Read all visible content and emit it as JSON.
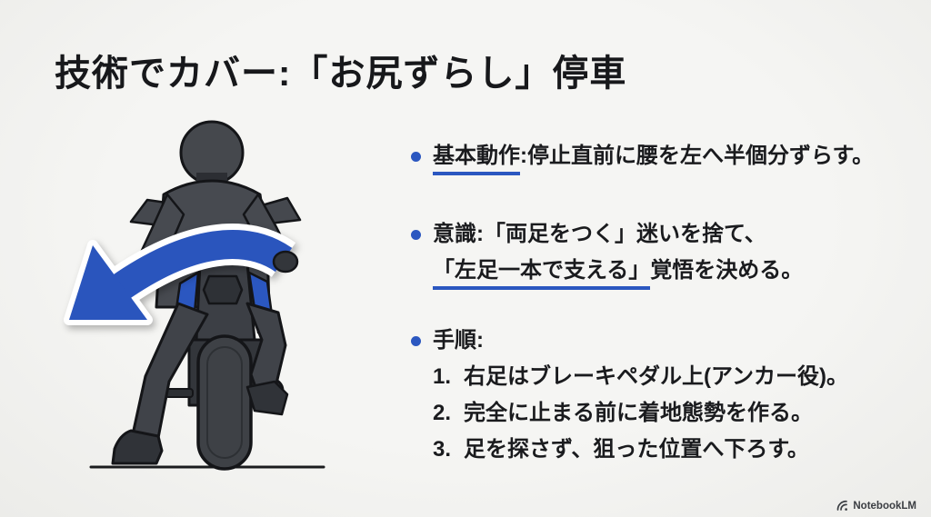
{
  "slide": {
    "title": "技術でカバー:「お尻ずらし」停車",
    "bullet1": {
      "lead": "基本動作",
      "rest": ":停止直前に腰を左へ半個分ずらす。"
    },
    "bullet2": {
      "line1": "意識:「両足をつく」迷いを捨て、",
      "line2_lead": "「左足一本で支える」",
      "line2_rest": "覚悟を決める。"
    },
    "bullet3": {
      "label": "手順:",
      "steps": [
        {
          "num": "1.",
          "text": "右足はブレーキペダル上(アンカー役)。"
        },
        {
          "num": "2.",
          "text": "完全に止まる前に着地態勢を作る。"
        },
        {
          "num": "3.",
          "text": "足を探さず、狙った位置へ下ろす。"
        }
      ]
    }
  },
  "illustration": {
    "label": "motorcycle-rider-rear-view",
    "arrow": "curved-left-arrow"
  },
  "footer": {
    "brand": "NotebookLM"
  },
  "colors": {
    "accent": "#2b57c0",
    "text": "#1a1b1e",
    "background": "#f1f1ef"
  }
}
